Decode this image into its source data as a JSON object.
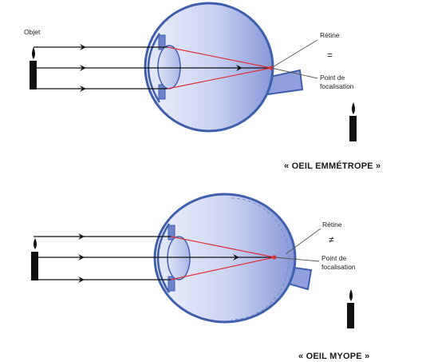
{
  "colors": {
    "eye_outline": "#3f5fae",
    "eye_fill_light": "#eef1fb",
    "eye_fill_mid": "#bfc9ee",
    "eye_fill_dark": "#7d8fd4",
    "ray_red": "#e0303a",
    "ray_black": "#111111",
    "candle": "#111111"
  },
  "top": {
    "object_label": "Objet",
    "retina_label": "Rétine",
    "relation_symbol": "=",
    "focus_label_line1": "Point de",
    "focus_label_line2": "focalisation",
    "title": "« OEIL EMMÉTROPE »"
  },
  "bottom": {
    "retina_label": "Rétine",
    "relation_symbol": "≠",
    "focus_label_line1": "Point de",
    "focus_label_line2": "focalisation",
    "title": "« OEIL MYOPE »"
  }
}
